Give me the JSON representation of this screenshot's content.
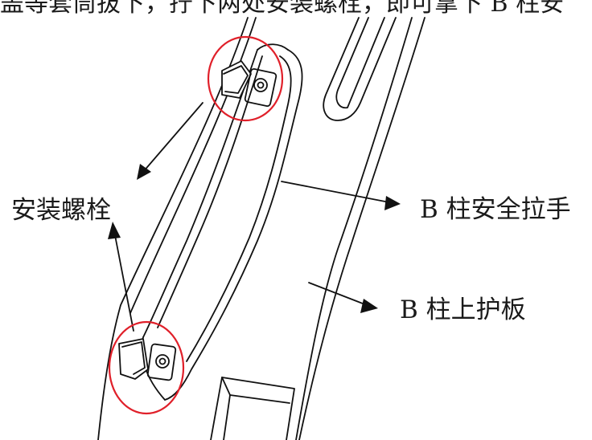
{
  "caption": "盖等套筒拔下，拧下两处安装螺栓，即可拿下 B 柱安",
  "labels": {
    "mounting_bolt": "安装螺栓",
    "b_pillar_grab_handle": "B 柱安全拉手",
    "b_pillar_upper_trim": "B 柱上护板"
  },
  "colors": {
    "line": "#111111",
    "highlight_circle": "#e0202a"
  }
}
